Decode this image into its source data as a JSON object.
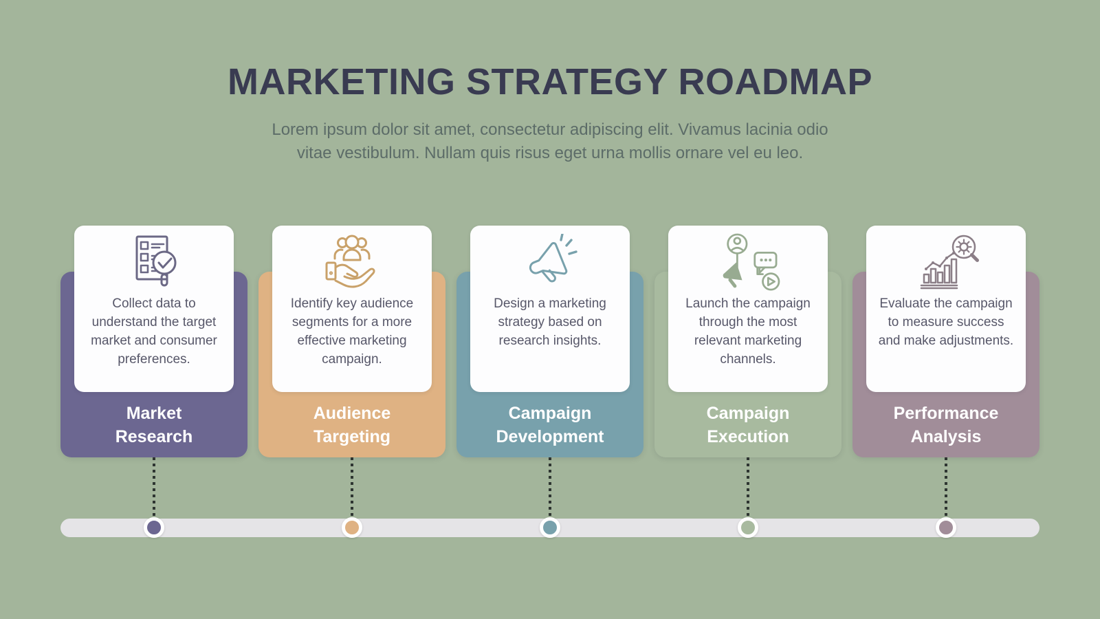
{
  "title": "MARKETING STRATEGY ROADMAP",
  "subtitle_lines": [
    "Lorem ipsum dolor sit amet, consectetur adipiscing elit. Vivamus lacinia odio",
    "vitae vestibulum. Nullam quis risus eget urna mollis ornare vel eu leo."
  ],
  "colors": {
    "background": "#a3b59b",
    "title_text": "#393b51",
    "subtitle_text": "#5c6c68",
    "description_text": "#575769",
    "label_text": "#ffffff",
    "card_background": "#fdfdfe",
    "timeline_bar": "#e5e4e7",
    "connector_dots": "#2e3531"
  },
  "steps": [
    {
      "label_lines": [
        "Market",
        "Research"
      ],
      "description": "Collect data to understand the target market and consumer preferences.",
      "color": "#6c6791",
      "icon_color": "#6b6885",
      "icon": "checklist-magnifier-icon"
    },
    {
      "label_lines": [
        "Audience",
        "Targeting"
      ],
      "description": "Identify key audience segments for a more effective marketing campaign.",
      "color": "#dfb283",
      "icon_color": "#c9a169",
      "icon": "audience-in-hand-icon"
    },
    {
      "label_lines": [
        "Campaign",
        "Development"
      ],
      "description": "Design a marketing strategy based on research insights.",
      "color": "#78a1ac",
      "icon_color": "#78a1ac",
      "icon": "megaphone-icon"
    },
    {
      "label_lines": [
        "Campaign",
        "Execution"
      ],
      "description": "Launch the campaign through the most relevant marketing channels.",
      "color": "#a8ba9f",
      "icon_color": "#98ab91",
      "icon": "marketing-channels-icon"
    },
    {
      "label_lines": [
        "Performance",
        "Analysis"
      ],
      "description": "Evaluate the campaign to measure success and make adjustments.",
      "color": "#a18d99",
      "icon_color": "#8b7e87",
      "icon": "chart-analysis-icon"
    }
  ]
}
